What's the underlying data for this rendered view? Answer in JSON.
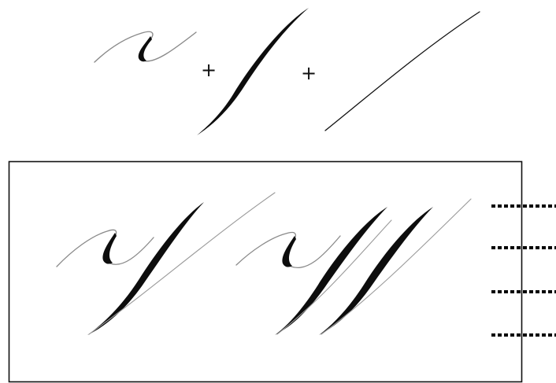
{
  "operators": {
    "first": "+",
    "second": "+"
  },
  "colors": {
    "ink": "#0d0d0d",
    "hairline": "#8a8a8a",
    "frame": "#111111",
    "guide_dots": "#000000"
  },
  "strokes": {
    "top_row": [
      "entry-hairline-curve",
      "shaded-downstroke",
      "thin-upstroke"
    ],
    "combined_letters": [
      "letter-v",
      "letter-w"
    ]
  },
  "guide_rows": 4
}
